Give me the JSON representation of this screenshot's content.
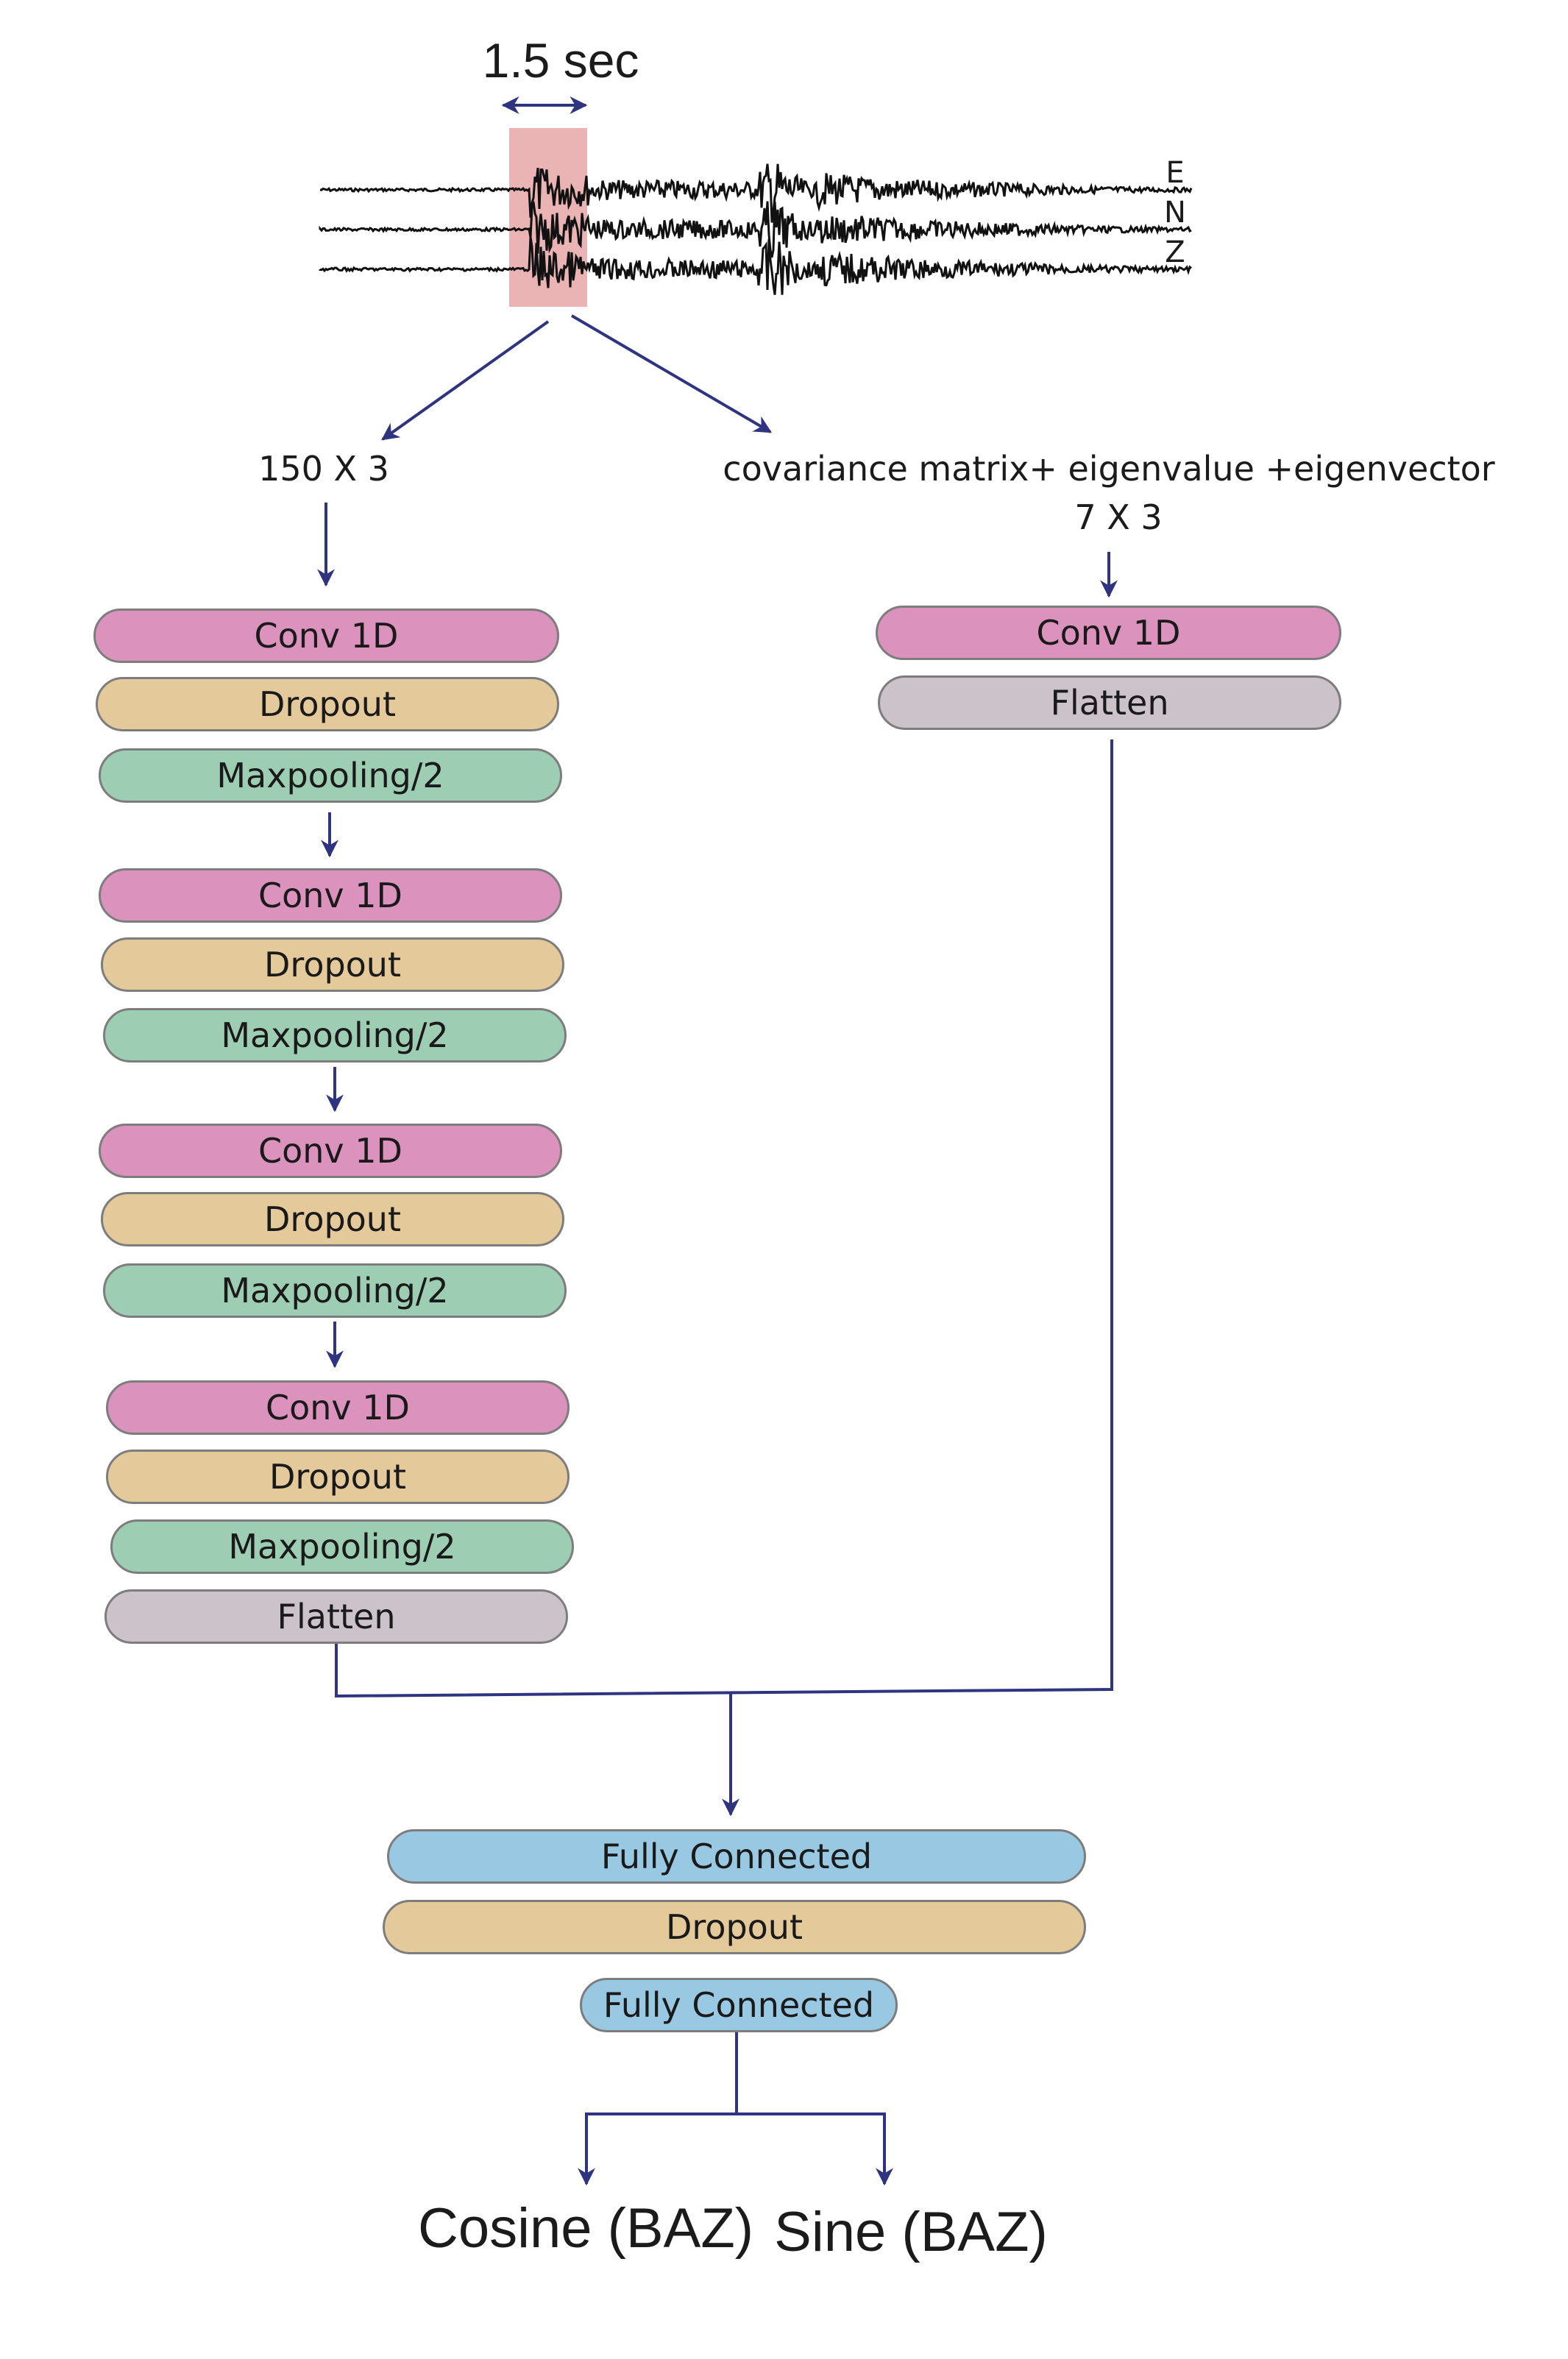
{
  "colors": {
    "conv": "#db92bd",
    "dropout": "#e4c99b",
    "maxpool": "#9dcdb3",
    "flatten": "#cbc3c9",
    "fully_connected": "#98c8e2",
    "window": "#eab3b4",
    "arrow": "#2e3480",
    "trace": "#111111"
  },
  "waveform": {
    "window_label": "1.5 sec",
    "channels": [
      "E",
      "N",
      "Z"
    ]
  },
  "inputs": {
    "left_shape": "150 X 3",
    "right_desc": "covariance matrix+ eigenvalue +eigenvector",
    "right_shape": "7 X 3"
  },
  "left_branch": [
    {
      "conv": "Conv 1D",
      "dropout": "Dropout",
      "maxpool": "Maxpooling/2"
    },
    {
      "conv": "Conv 1D",
      "dropout": "Dropout",
      "maxpool": "Maxpooling/2"
    },
    {
      "conv": "Conv 1D",
      "dropout": "Dropout",
      "maxpool": "Maxpooling/2"
    },
    {
      "conv": "Conv 1D",
      "dropout": "Dropout",
      "maxpool": "Maxpooling/2"
    }
  ],
  "left_flatten": "Flatten",
  "right_branch": {
    "conv": "Conv 1D",
    "flatten": "Flatten"
  },
  "head": {
    "fc1": "Fully Connected",
    "dropout": "Dropout",
    "fc2": "Fully Connected"
  },
  "outputs": {
    "cos": "Cosine (BAZ)",
    "sin": "Sine (BAZ)"
  }
}
